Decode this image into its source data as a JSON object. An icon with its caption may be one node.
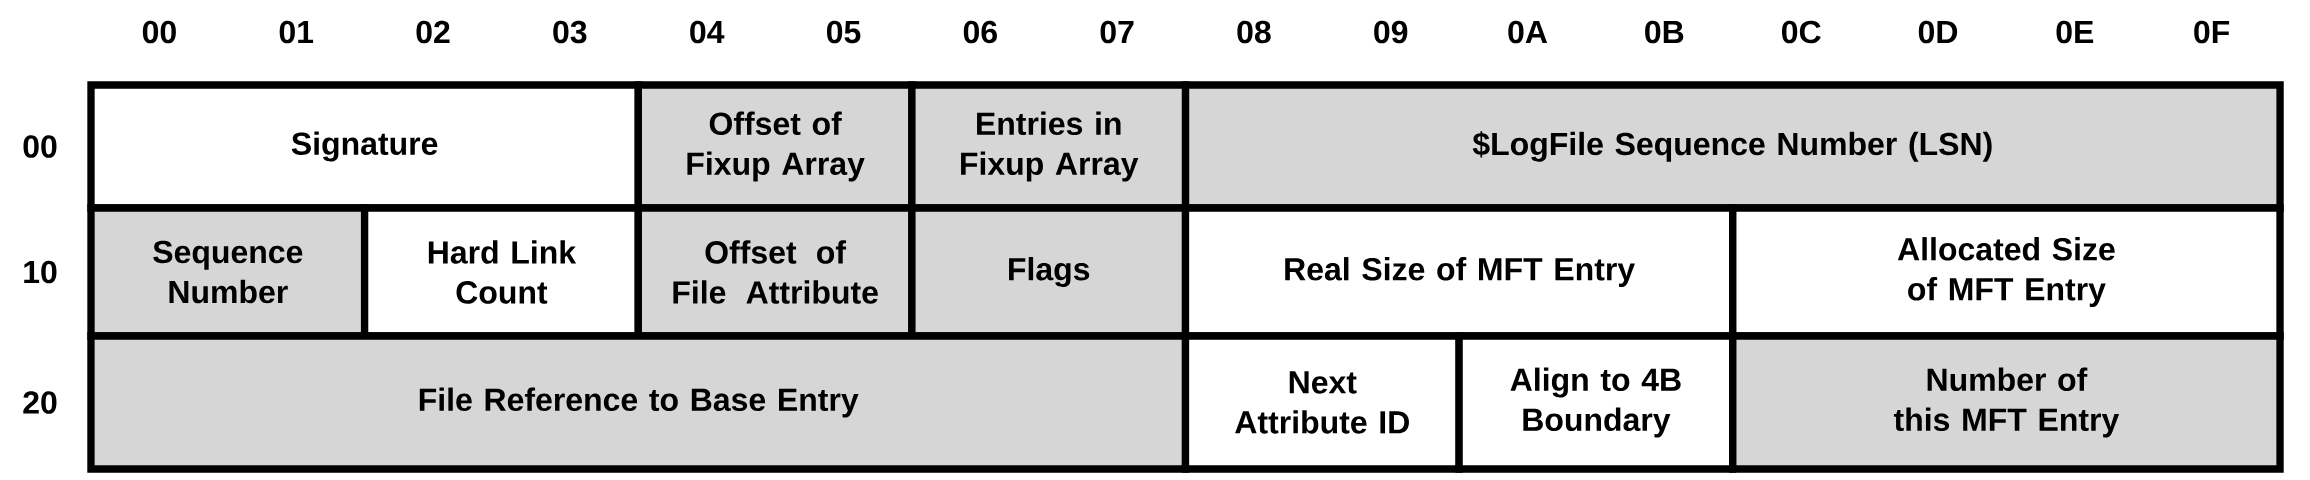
{
  "diagram": {
    "nodes": [
      {
        "text": [
          "Signature"
        ]
      },
      {
        "text": [
          "Offset of Fixup Array"
        ]
      },
      {
        "text": [
          "Entries in Fixup Array"
        ]
      },
      {
        "text": [
          "$LogFile Sequence Number (LSN)"
        ]
      },
      {
        "text": [
          "Sequence Number"
        ]
      },
      {
        "text": [
          "Hard Link Count"
        ]
      },
      {
        "text": [
          "Offset of File Attribute"
        ]
      },
      {
        "text": [
          "Flags"
        ]
      },
      {
        "text": [
          "Real Size of MFT Entry"
        ]
      },
      {
        "text": [
          "Allocated Size of MFT Entry"
        ]
      },
      {
        "text": [
          "File Reference to Base Entry"
        ]
      },
      {
        "text": [
          "Next Attribute ID"
        ]
      },
      {
        "text": [
          "Align to 4B Boundary"
        ]
      },
      {
        "text": [
          "Number of this MFT Entry"
        ]
      }
    ],
    "labels": [
      "00",
      "01",
      "02",
      "03",
      "04",
      "05",
      "06",
      "07",
      "08",
      "09",
      "0A",
      "0B",
      "0C",
      "0D",
      "0E",
      "0F",
      "00",
      "10",
      "20"
    ]
  }
}
